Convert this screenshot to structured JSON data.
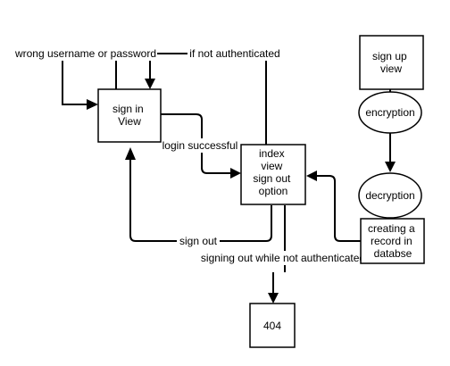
{
  "nodes": {
    "sign_in": {
      "lines": [
        "sign in",
        "View"
      ]
    },
    "index": {
      "lines": [
        "index",
        "view",
        "sign out",
        "option"
      ]
    },
    "sign_up": {
      "lines": [
        "sign up",
        "view"
      ]
    },
    "encryption": {
      "lines": [
        "encryption"
      ]
    },
    "decryption": {
      "lines": [
        "decryption"
      ]
    },
    "create_record": {
      "lines": [
        "creating a",
        "record in",
        "databse"
      ]
    },
    "not_found": {
      "lines": [
        "404"
      ]
    }
  },
  "edge_labels": {
    "wrong_credentials": "wrong username or password",
    "not_authenticated": "if not authenticated",
    "login_successful": "login successful",
    "sign_out": "sign out",
    "sign_out_unauthenticated": "signing out while not authenticated"
  }
}
